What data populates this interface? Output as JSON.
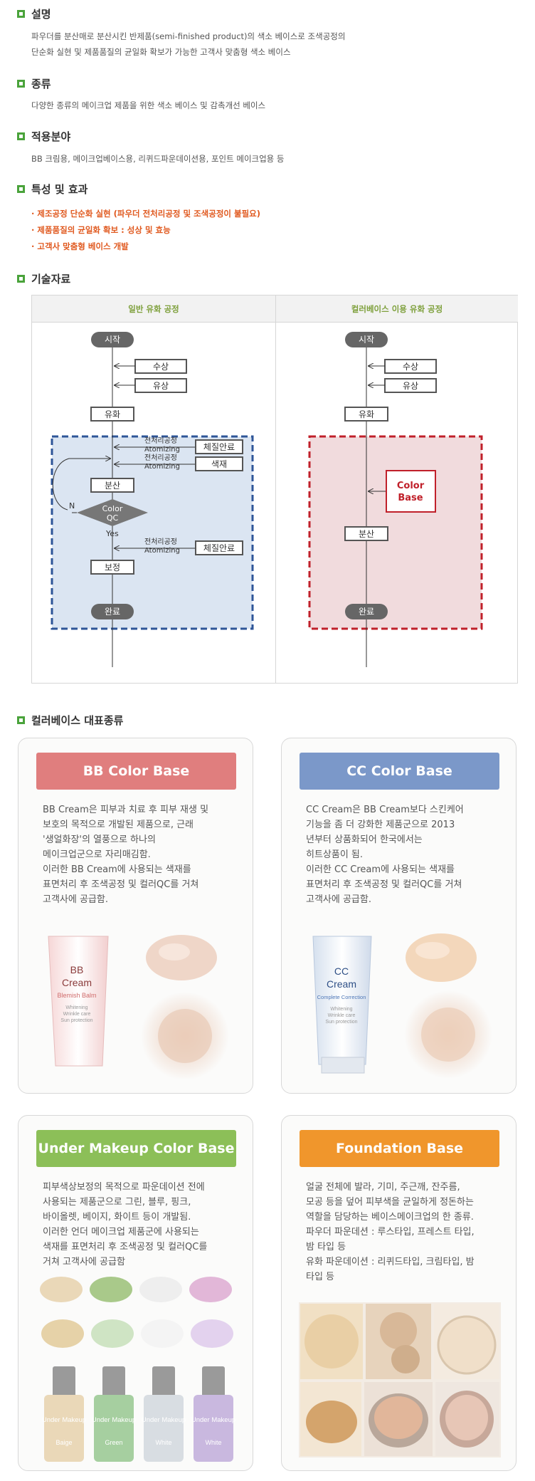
{
  "sections": {
    "description": {
      "title": "설명",
      "lines": [
        "파우더를 분산매로 분산시킨 반제품(semi-finished product)의 색소 베이스로 조색공정의",
        "단순화 실현 및 제품품질의 균일화 확보가 가능한 고객사 맞춤형 색소 베이스"
      ]
    },
    "types": {
      "title": "종류",
      "text": "다양한 종류의 메이크업 제품을 위한 색소 베이스 및 감촉개선 베이스"
    },
    "applications": {
      "title": "적용분야",
      "text": "BB 크림용, 메이크업베이스용, 리퀴드파운데이션용, 포인트 메이크업용 등"
    },
    "features": {
      "title": "특성 및 효과",
      "items": [
        "· 제조공정 단순화 실현 (파우더 전처리공정 및 조색공정이 불필요)",
        "· 제품품질의 균일화 확보 : 성상 및 효능",
        "· 고객사 맞춤형 베이스 개발"
      ]
    },
    "tech": {
      "title": "기술자료",
      "col_left": "일반 유화 공정",
      "col_right": "컬러베이스 이용 유화 공정",
      "flow_left": {
        "start": "시작",
        "water": "수상",
        "oil": "유상",
        "emulsify": "유화",
        "pre1a": "전처리공정",
        "pre1b": "Atomizing",
        "body1": "체질안료",
        "pre2a": "전처리공정",
        "pre2b": "Atomizing",
        "color": "색재",
        "disperse": "분산",
        "n": "N",
        "qc1": "Color",
        "qc2": "QC",
        "yes": "Yes",
        "pre3a": "전처리공정",
        "pre3b": "Atomizing",
        "body2": "체질안료",
        "adjust": "보정",
        "end": "완료"
      },
      "flow_right": {
        "start": "시작",
        "water": "수상",
        "oil": "유상",
        "emulsify": "유화",
        "cb1": "Color",
        "cb2": "Base",
        "disperse": "분산",
        "end": "완료"
      }
    },
    "representative": {
      "title": "컬러베이스 대표종류",
      "cards": [
        {
          "title": "BB Color Base",
          "color": "#e07e7e",
          "lines": [
            "BB Cream은 피부과 치료 후 피부 재생 및",
            "보호의 목적으로 개발된 제품으로, 근래",
            "'생얼화장'의 열풍으로 하나의",
            "메이크업군으로 자리매김함.",
            "이러한 BB Cream에 사용되는 색재를",
            "표면처리 후 조색공정 및 컬러QC를 거쳐",
            "고객사에 공급함."
          ],
          "tube": [
            "BB",
            "Cream",
            "Blemish Balm",
            "Whitening",
            "Wrinkle care",
            "Sun protection"
          ]
        },
        {
          "title": "CC Color Base",
          "color": "#7b98c9",
          "lines": [
            "CC Cream은 BB Cream보다 스킨케어",
            "기능을 좀 더 강화한 제품군으로 2013",
            "년부터 상품화되어 한국에서는",
            "히트상품이 됨.",
            "이러한 CC Cream에 사용되는 색재를",
            "표면처리 후 조색공정 및 컬러QC를 거쳐",
            "고객사에 공급함."
          ],
          "tube": [
            "CC",
            "Cream",
            "Complete Correction",
            "Whitening",
            "Wrinkle care",
            "Sun protection"
          ]
        },
        {
          "title": "Under Makeup Color Base",
          "color": "#8cbf58",
          "lines": [
            "피부색상보정의 목적으로 파운데이션 전에",
            "사용되는 제품군으로 그린, 블루, 핑크,",
            "바이올렛, 베이지, 화이트 등이 개발됨.",
            "이러한 언더 메이크업 제품군에 사용되는",
            "색재를 표면처리 후 조색공정 및 컬러QC를",
            "거쳐 고객사에 공급함"
          ],
          "bottles": [
            {
              "name": "Under Makeup",
              "shade": "Baige"
            },
            {
              "name": "Under Makeup",
              "shade": "Green"
            },
            {
              "name": "Under Makeup",
              "shade": "White"
            },
            {
              "name": "Under Makeup",
              "shade": "White"
            }
          ]
        },
        {
          "title": "Foundation Base",
          "color": "#f0962c",
          "lines": [
            "얼굴 전체에 발라, 기미, 주근깨, 잔주름,",
            "모공 등을 덮어 피부색을 균일하게 정돈하는",
            "역할을 담당하는 베이스메이크업의 한 종류.",
            "파우더 파운데션 : 루스타입, 프레스트 타입,",
            "밤 타입 등",
            "유화 파운데이션 : 리퀴드타입, 크림타입, 밤",
            "타입 등"
          ]
        }
      ]
    }
  }
}
